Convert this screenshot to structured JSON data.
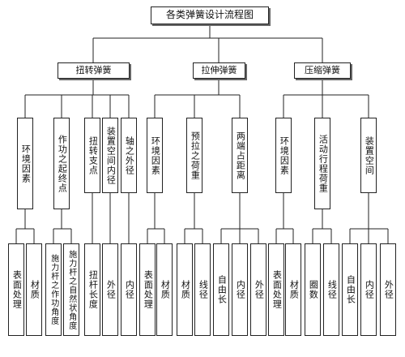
{
  "title": "各类弹簧设计流程图",
  "nodes": {
    "root": "各类弹簧设计流程图",
    "torsion": "扭转弹簧",
    "tension": "拉伸弹簧",
    "compression": "压缩弹簧",
    "t_env": "环境因素",
    "t_force_points": "作功之起终点",
    "t_pivot": "扭转支点",
    "t_inner": "装置空间内径",
    "t_shaft": "轴之外径",
    "x_env": "环境因素",
    "x_preload": "预拉之荷重",
    "x_hook_dist": "两端占距离",
    "c_env": "环境因素",
    "c_stroke_load": "活动行程荷重",
    "c_space": "装置空间",
    "l_t_surface": "表面处理",
    "l_t_material": "材质",
    "l_t_arm_angle": "施力杆之作功角度",
    "l_t_free_angle": "施力杆之自然状角度",
    "l_t_arm_len": "扭杆长度",
    "l_t_od": "外径",
    "l_t_id": "内径",
    "l_x_surface": "表面处理",
    "l_x_material": "材质",
    "l_x_material2": "材质",
    "l_x_wire": "线径",
    "l_x_free_len": "自由长",
    "l_x_id": "内径",
    "l_x_od": "外径",
    "l_c_surface": "表面处理",
    "l_c_material": "材质",
    "l_c_coils": "圈数",
    "l_c_wire": "线径",
    "l_c_free_len": "自由长",
    "l_c_id": "内径",
    "l_c_od": "外径"
  }
}
